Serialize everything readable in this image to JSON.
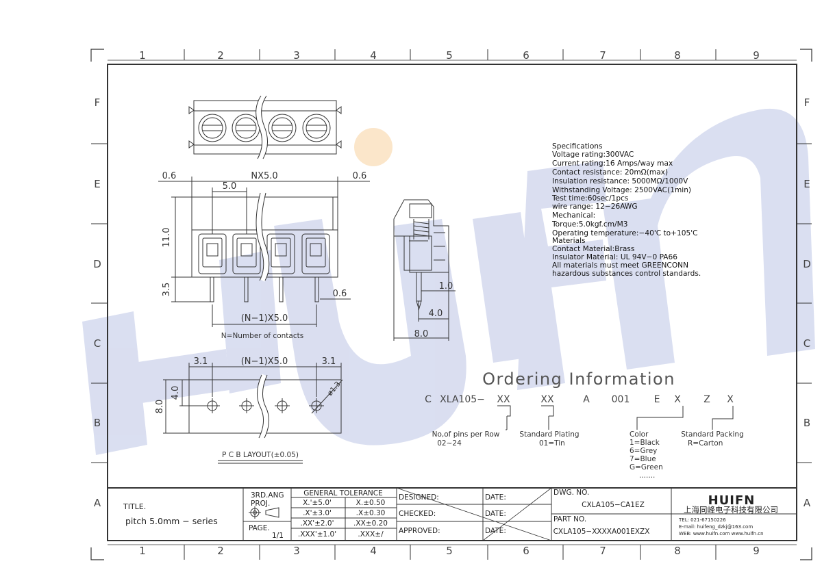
{
  "zones": {
    "columns": [
      "1",
      "2",
      "3",
      "4",
      "5",
      "6",
      "7",
      "8",
      "9"
    ],
    "rows": [
      "F",
      "E",
      "D",
      "C",
      "B",
      "A"
    ]
  },
  "watermark": "HUIFN",
  "front_view": {
    "dim_left": "0.6",
    "dim_overall": "NX5.0",
    "dim_right": "0.6",
    "dim_pitch": "5.0",
    "dim_height": "11.0",
    "dim_pin": "3.5",
    "dim_pin_width": "0.6",
    "dim_span": "(N−1)X5.0",
    "note": "N=Number of contacts"
  },
  "side_view": {
    "dim_1": "1.0",
    "dim_2": "4.0",
    "dim_3": "8.0"
  },
  "pcb_layout": {
    "dim_left": "3.1",
    "dim_span": "(N−1)X5.0",
    "dim_right": "3.1",
    "dim_hole": "ø1.3",
    "dim_4": "4.0",
    "dim_8": "8.0",
    "caption": "P C B  LAYOUT(±0.05)"
  },
  "specifications": [
    "Specifications",
    "Voltage rating:300VAC",
    "Current rating:16 Amps/way max",
    "Contact resistance: 20mΩ(max)",
    "Insulation resistance: 5000MΩ/1000V",
    "Withstanding Voltage: 2500VAC(1min)",
    "Test time:60sec/1pcs",
    "wire range: 12−26AWG",
    "Mechanical:",
    "Torque:5.0kgf.cm/M3",
    "Operating temperature:−40'C to+105'C",
    "Materials",
    "Contact Material:Brass",
    "Insulator Material: UL 94V−0 PA66",
    "All materials must meet GREENCONN",
    "hazardous substances control standards."
  ],
  "ordering": {
    "title": "Ordering Information",
    "code": [
      "C",
      "XLA105−",
      "XX",
      "XX",
      "A",
      "001",
      "E",
      "X",
      "Z",
      "X"
    ],
    "pins_label": "No,of pins per Row",
    "pins_range": "02~24",
    "plating_label": "Standard Plating",
    "plating_value": "01=Tin",
    "color_label": "Color",
    "color_values": [
      "1=Black",
      "6=Grey",
      "7=Blue",
      "G=Green",
      "......."
    ],
    "packing_label": "Standard Packing",
    "packing_value": "R=Carton"
  },
  "title_block": {
    "title_label": "TITLE.",
    "title_value": "pitch 5.0mm  −  series",
    "proj_1": "3RD.ANG",
    "proj_2": "PROJ.",
    "page_label": "PAGE.",
    "page_value": "1/1",
    "tol_header": "GENERAL  TOLERANCE",
    "tolerances": [
      [
        "X.'±5.0'",
        "X.±0.50"
      ],
      [
        ".X'±3.0'",
        ".X±0.30"
      ],
      [
        ".XX'±2.0'",
        ".XX±0.20"
      ],
      [
        ".XXX'±1.0'",
        ".XXX±/"
      ]
    ],
    "designed": "DESIGNED:",
    "checked": "CHECKED:",
    "approved": "APPROVED:",
    "date": "DATE:",
    "dwg_label": "DWG.  NO.",
    "dwg_value": "CXLA105−CA1EZ",
    "part_label": "PART NO.",
    "part_value": "CXLA105−XXXXA001EXZX",
    "company_logo": "HUIFN",
    "company_name": "上海同峰电子科技有限公司",
    "tel": "TEL: 021-67150226",
    "email": "E-mail: huifeng_dzkj@163.com",
    "web": "WEB: www.huifn.com  www.huifn.cn"
  },
  "colors": {
    "line": "#333333",
    "watermark": "#d6dbef",
    "watermark_dot": "#fbe3c4"
  }
}
